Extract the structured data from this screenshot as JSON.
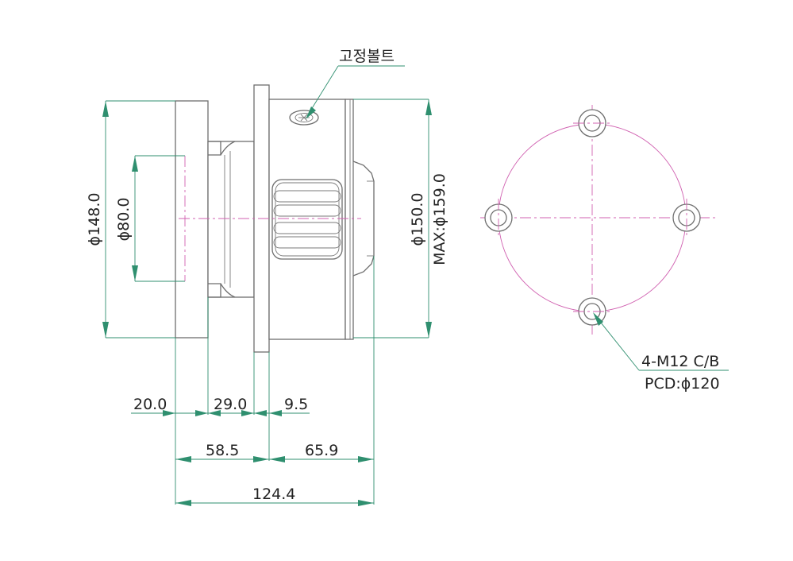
{
  "labels": {
    "bolt_callout": "고정볼트",
    "dia_148": "ϕ148.0",
    "dia_80": "ϕ80.0",
    "dia_150": "ϕ150.0",
    "dia_max": "MAX:ϕ159.0",
    "hole_spec": "4-M12 C/B",
    "pcd": "PCD:ϕ120"
  },
  "dimensions": {
    "d_20": "20.0",
    "d_29": "29.0",
    "d_9_5": "9.5",
    "d_58_5": "58.5",
    "d_65_9": "65.9",
    "d_124_4": "124.4"
  },
  "colors": {
    "outline": "#6e6e6e",
    "dimension": "#2f8f6f",
    "centerline": "#d060b0",
    "text": "#222222"
  }
}
